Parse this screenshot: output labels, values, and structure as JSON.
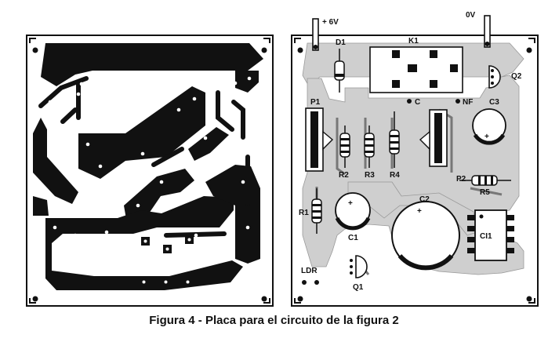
{
  "caption": "Figura 4 - Placa para el circuito de la figura 2",
  "labels": {
    "plus6v": "+ 6V",
    "zero_v": "0V",
    "d1": "D1",
    "k1": "K1",
    "q2": "Q2",
    "c": "C",
    "nf": "NF",
    "c3": "C3",
    "p1": "P1",
    "r2": "R2",
    "r3": "R3",
    "r4": "R4",
    "p2": "P2",
    "r5": "R5",
    "c2": "C2",
    "r1": "R1",
    "c1": "C1",
    "ci1": "CI1",
    "ldr": "LDR",
    "q1": "Q1"
  },
  "colors": {
    "copper": "#111111",
    "board": "#ffffff",
    "silk": "#111111",
    "tracks_on_component_side": "#cfcfcf"
  }
}
